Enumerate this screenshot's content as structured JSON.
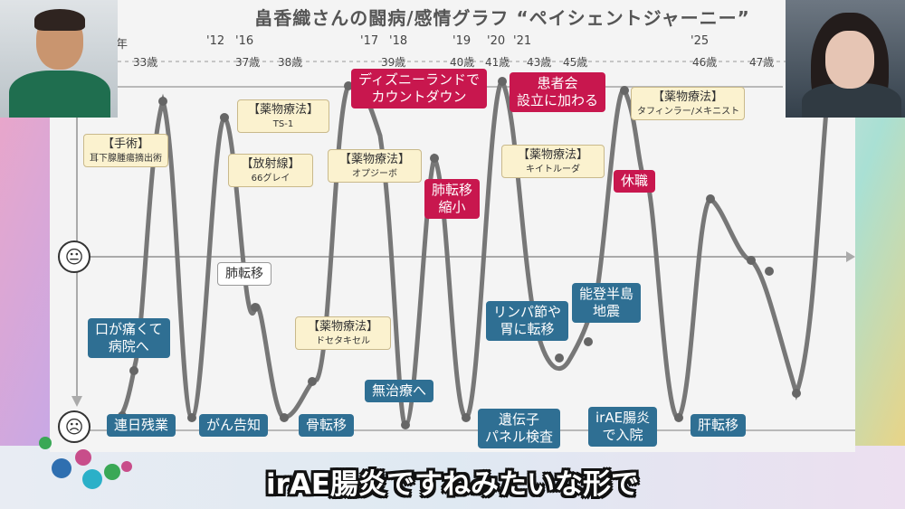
{
  "slide": {
    "title": "畠香織さんの闘病/感情グラフ “ペイシェントジャーニー”",
    "year_labels": [
      "年",
      "'12",
      "'16",
      "'17",
      "'18",
      "'19",
      "'20",
      "'21",
      "'25"
    ],
    "age_labels": [
      "33歳",
      "37歳",
      "38歳",
      "39歳",
      "40歳",
      "41歳",
      "43歳",
      "45歳",
      "46歳",
      "47歳"
    ],
    "face_neutral_icon": "neutral-face-icon",
    "face_sad_icon": "sad-face-icon",
    "events": {
      "surgery_title": "【手術】",
      "surgery_sub": "耳下腺腫瘍摘出術",
      "ts1_title": "【薬物療法】",
      "ts1_sub": "TS-1",
      "radiation_title": "【放射線】",
      "radiation_sub": "66グレイ",
      "opdivo_title": "【薬物療法】",
      "opdivo_sub": "オプジーボ",
      "disney": "ディズニーランドで\nカウントダウン",
      "patient_group": "患者会\n設立に加わる",
      "keytruda_title": "【薬物療法】",
      "keytruda_sub": "キイトルーダ",
      "tafinlar_title": "【薬物療法】",
      "tafinlar_sub": "タフィンラー/メキニスト",
      "lung_shrink": "肺転移\n縮小",
      "leave": "休職",
      "lung_meta": "肺転移",
      "docetaxel_title": "【薬物療法】",
      "docetaxel_sub": "ドセタキセル",
      "mouth_pain": "口が痛くて\n病院へ",
      "overwork": "連日残業",
      "cancer_notice": "がん告知",
      "bone_meta": "骨転移",
      "no_treatment": "無治療へ",
      "genetic_panel": "遺伝子\nパネル検査",
      "lymph_meta": "リンパ節や\n胃に転移",
      "noto_quake": "能登半島\n地震",
      "irae": "irAE腸炎\nで入院",
      "liver_meta": "肝転移"
    }
  },
  "caption": "irAE腸炎ですねみたいな形で",
  "colors": {
    "event_blue": "#2f6f93",
    "event_red": "#c8174e",
    "event_yellow": "#fbf2cf",
    "curve": "#777777"
  }
}
